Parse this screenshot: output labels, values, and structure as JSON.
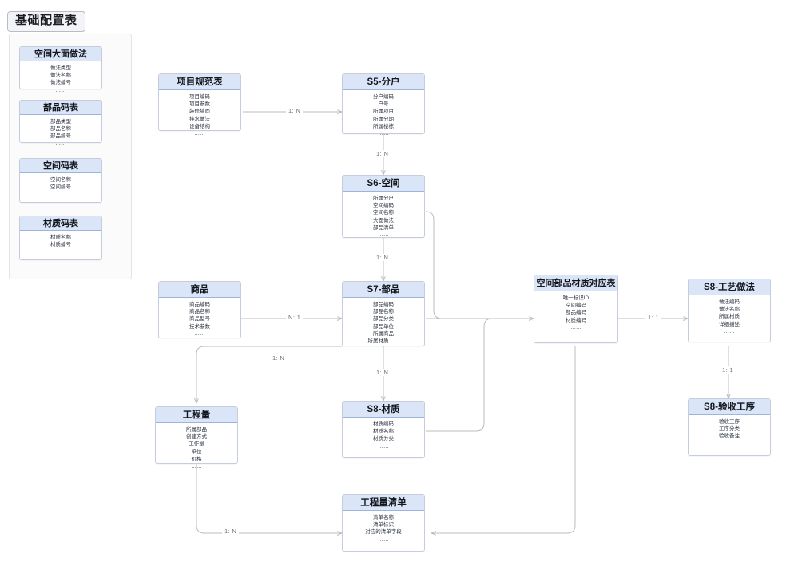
{
  "sidebar": {
    "title": "基础配置表",
    "tables": [
      {
        "name": "空间大面做法",
        "fields": [
          "做法类型",
          "做法名称",
          "做法编号",
          "……"
        ]
      },
      {
        "name": "部品码表",
        "fields": [
          "部品类型",
          "部品名称",
          "部品编号",
          "……"
        ]
      },
      {
        "name": "空间码表",
        "fields": [
          "空间名称",
          "空间编号"
        ]
      },
      {
        "name": "材质码表",
        "fields": [
          "材质名称",
          "材质编号"
        ]
      }
    ]
  },
  "entities": {
    "project_spec": {
      "name": "项目规范表",
      "fields": [
        "项目编码",
        "项目参数",
        "装修墙面",
        "排水做法",
        "设备结构",
        "……"
      ]
    },
    "s5_household": {
      "name": "S5-分户",
      "fields": [
        "分户编码",
        "户号",
        "所属项目",
        "所属分期",
        "所属楼栋",
        "……"
      ]
    },
    "s6_space": {
      "name": "S6-空间",
      "fields": [
        "所属分户",
        "空间编码",
        "空间名称",
        "大面做法",
        "部品清单",
        "……"
      ]
    },
    "s7_component": {
      "name": "S7-部品",
      "fields": [
        "部品编码",
        "部品名称",
        "部品分类",
        "部品单位",
        "所属商品",
        "所属材质……"
      ]
    },
    "goods": {
      "name": "商品",
      "fields": [
        "商品编码",
        "商品名称",
        "商品型号",
        "技术参数",
        "……"
      ]
    },
    "mapping": {
      "name": "空间部品材质对应表",
      "fields": [
        "唯一标识ID",
        "空间编码",
        "部品编码",
        "材质编码",
        "……"
      ]
    },
    "s8_process": {
      "name": "S8-工艺做法",
      "fields": [
        "做法编码",
        "做法名称",
        "所属材质",
        "详细描述",
        "……"
      ]
    },
    "s8_material": {
      "name": "S8-材质",
      "fields": [
        "材质编码",
        "材质名称",
        "材质分类",
        "……"
      ]
    },
    "s8_acceptance": {
      "name": "S8-验收工序",
      "fields": [
        "验收工序",
        "工序分类",
        "验收备注",
        "……"
      ]
    },
    "quantity": {
      "name": "工程量",
      "fields": [
        "所属部品",
        "创建方式",
        "工作量",
        "单位",
        "价格",
        "……"
      ]
    },
    "quantity_list": {
      "name": "工程量清单",
      "fields": [
        "清单名称",
        "清单标识",
        "对应的清单字段",
        "……"
      ]
    }
  },
  "edges": [
    {
      "id": "spec-to-household",
      "label": "1: N"
    },
    {
      "id": "household-to-space",
      "label": "1: N"
    },
    {
      "id": "space-to-component",
      "label": "1: N"
    },
    {
      "id": "goods-to-component",
      "label": "N: 1"
    },
    {
      "id": "mapping-to-process",
      "label": "1: 1"
    },
    {
      "id": "process-to-acceptance",
      "label": "1: 1"
    },
    {
      "id": "component-to-material",
      "label": "1: N"
    },
    {
      "id": "component-to-quantity",
      "label": "1: N"
    },
    {
      "id": "quantity-to-list",
      "label": "1: N"
    }
  ],
  "colors": {
    "header_fill": "#dbe5f8",
    "header_border": "#9fb4dd",
    "entity_border": "#c5cddd",
    "edge": "#b9bcc2",
    "canvas": "#ffffff"
  }
}
